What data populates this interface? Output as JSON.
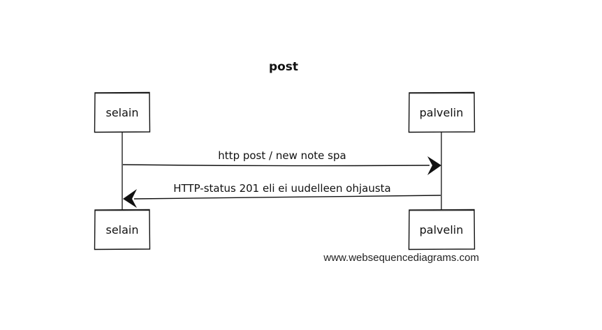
{
  "diagram": {
    "title": "post",
    "watermark": "www.websequencediagrams.com",
    "participants": [
      {
        "id": "selain",
        "label": "selain"
      },
      {
        "id": "palvelin",
        "label": "palvelin"
      }
    ],
    "messages": [
      {
        "from": "selain",
        "to": "palvelin",
        "label": "http post / new note spa"
      },
      {
        "from": "palvelin",
        "to": "selain",
        "label": "HTTP-status 201 eli ei uudelleen ohjausta"
      }
    ],
    "colors": {
      "stroke": "#111111",
      "background": "#ffffff"
    }
  }
}
